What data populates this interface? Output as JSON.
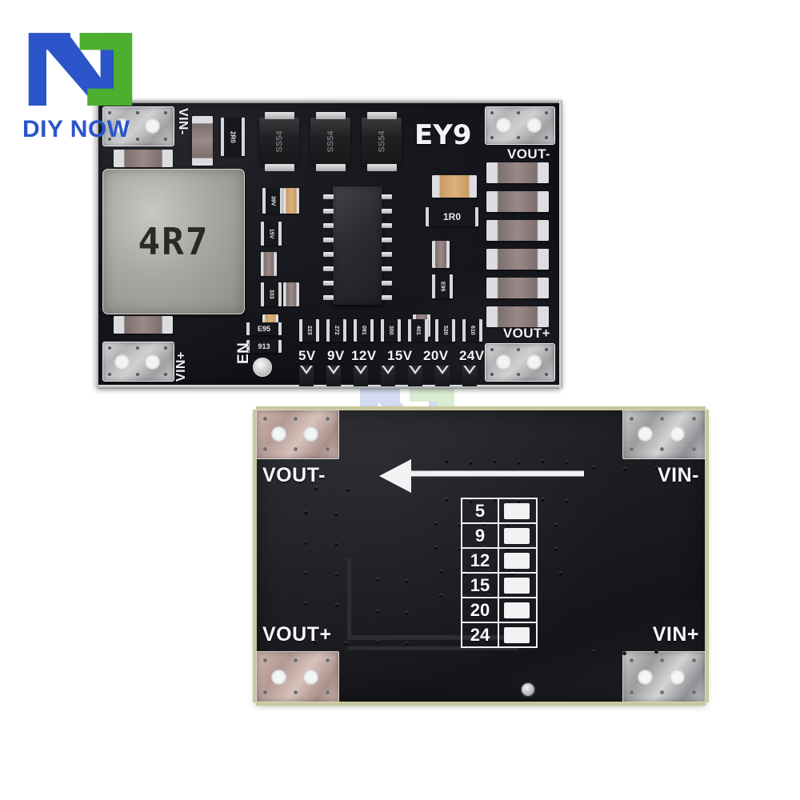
{
  "brand": {
    "name": "DIY NOW",
    "logo_icon": "diy-now-n-logo",
    "blue": "#2b55c8",
    "green": "#4caf2f"
  },
  "watermark": {
    "text": "DIY NOW",
    "logo_icon": "diy-now-n-logo-watermark"
  },
  "front_board": {
    "silkscreen": {
      "model": "EY9",
      "vin_minus": "VIN-",
      "vin_plus": "VIN+",
      "vout_minus": "VOUT-",
      "vout_plus": "VOUT+",
      "enable": "EN"
    },
    "inductor_label": "4R7",
    "diodes": [
      {
        "marking": "SS54"
      },
      {
        "marking": "SS54"
      },
      {
        "marking": "SS54"
      }
    ],
    "resistors": [
      {
        "marking": "2R0"
      },
      {
        "marking": "1R0"
      },
      {
        "marking": "39V"
      },
      {
        "marking": "15V"
      },
      {
        "marking": "333"
      },
      {
        "marking": "E95"
      },
      {
        "marking": "913"
      }
    ],
    "voltage_selector": {
      "labels": [
        "5V",
        "9V",
        "12V",
        "15V",
        "20V",
        "24V"
      ],
      "resistor_markings": [
        "223",
        "272",
        "091",
        "300",
        "401",
        "520",
        "610"
      ]
    }
  },
  "back_board": {
    "silkscreen": {
      "vout_minus": "VOUT-",
      "vout_plus": "VOUT+",
      "vin_minus": "VIN-",
      "vin_plus": "VIN+"
    },
    "direction_arrow_icon": "left-arrow-icon",
    "voltage_table": {
      "rows": [
        {
          "value": "5",
          "checkbox": ""
        },
        {
          "value": "9",
          "checkbox": ""
        },
        {
          "value": "12",
          "checkbox": ""
        },
        {
          "value": "15",
          "checkbox": ""
        },
        {
          "value": "20",
          "checkbox": ""
        },
        {
          "value": "24",
          "checkbox": ""
        }
      ]
    }
  }
}
